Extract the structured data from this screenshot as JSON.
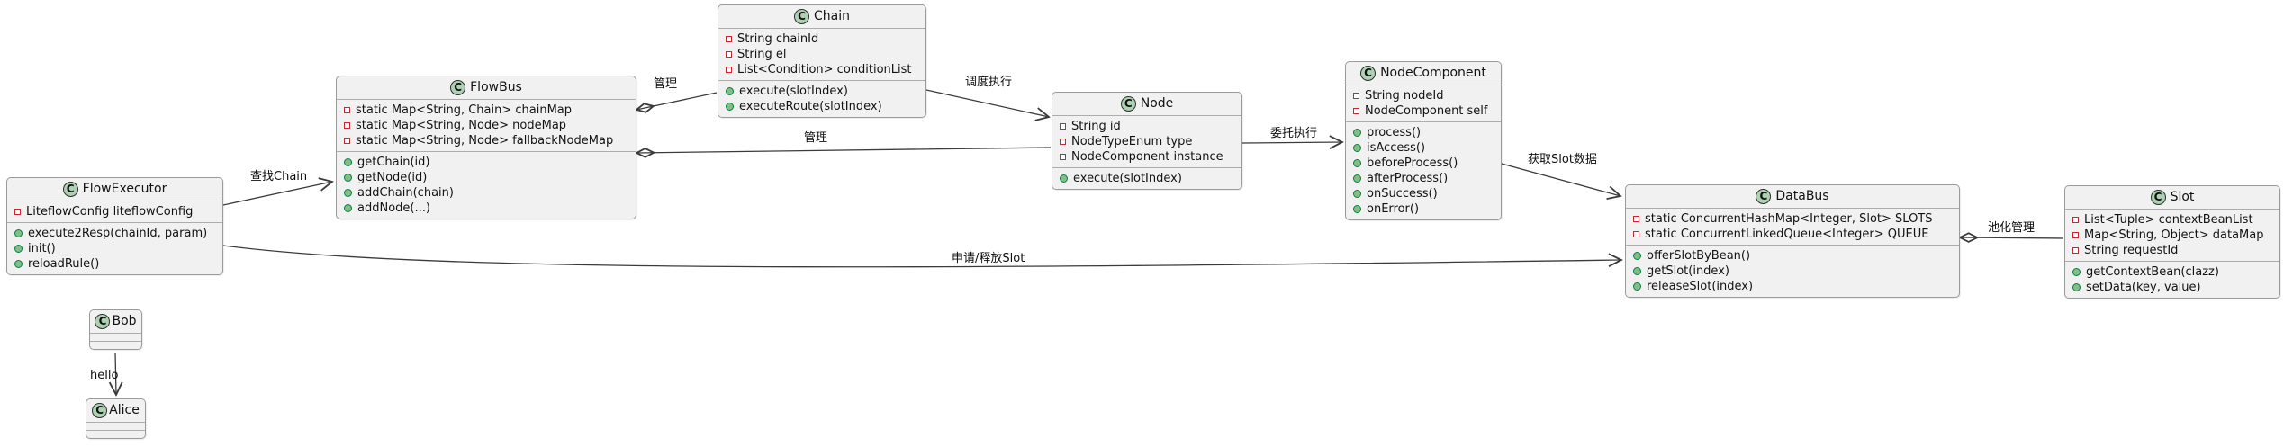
{
  "diagram": {
    "colors": {
      "class_fill": "#F1F1F1",
      "class_border": "#9A9A9A",
      "circle_fill": "#ADD1B2",
      "field_icon_border": "#C82930",
      "method_icon_fill": "#84BE84",
      "method_icon_border": "#038048",
      "edge": "#3B3B3B"
    },
    "classes": [
      {
        "name": "FlowExecutor",
        "type_letter": "C",
        "fields": [
          "LiteflowConfig liteflowConfig"
        ],
        "methods": [
          "execute2Resp(chainId, param)",
          "init()",
          "reloadRule()"
        ]
      },
      {
        "name": "FlowBus",
        "type_letter": "C",
        "fields": [
          "static Map<String, Chain> chainMap",
          "static Map<String, Node> nodeMap",
          "static Map<String, Node> fallbackNodeMap"
        ],
        "methods": [
          "getChain(id)",
          "getNode(id)",
          "addChain(chain)",
          "addNode(...)"
        ]
      },
      {
        "name": "Chain",
        "type_letter": "C",
        "fields": [
          "String chainId",
          "String el",
          "List<Condition> conditionList"
        ],
        "methods": [
          "execute(slotIndex)",
          "executeRoute(slotIndex)"
        ]
      },
      {
        "name": "Node",
        "type_letter": "C",
        "fields": [
          "String id",
          "NodeTypeEnum type",
          "NodeComponent instance"
        ],
        "methods": [
          "execute(slotIndex)"
        ]
      },
      {
        "name": "NodeComponent",
        "type_letter": "C",
        "fields": [
          "String nodeId",
          "NodeComponent self"
        ],
        "methods": [
          "process()",
          "isAccess()",
          "beforeProcess()",
          "afterProcess()",
          "onSuccess()",
          "onError()"
        ]
      },
      {
        "name": "DataBus",
        "type_letter": "C",
        "fields": [
          "static ConcurrentHashMap<Integer, Slot> SLOTS",
          "static ConcurrentLinkedQueue<Integer> QUEUE"
        ],
        "methods": [
          "offerSlotByBean()",
          "getSlot(index)",
          "releaseSlot(index)"
        ]
      },
      {
        "name": "Slot",
        "type_letter": "C",
        "fields": [
          "List<Tuple> contextBeanList",
          "Map<String, Object> dataMap",
          "String requestId"
        ],
        "methods": [
          "getContextBean(clazz)",
          "setData(key, value)"
        ]
      },
      {
        "name": "Bob",
        "type_letter": "C",
        "fields": [],
        "methods": []
      },
      {
        "name": "Alice",
        "type_letter": "C",
        "fields": [],
        "methods": []
      }
    ],
    "edge_labels": {
      "manage_chain": "管理",
      "manage_node": "管理",
      "dispatch": "调度执行",
      "delegate": "委托执行",
      "get_slot": "获取Slot数据",
      "pool": "池化管理",
      "find_chain": "查找Chain",
      "slot_request": "申请/释放Slot",
      "hello": "hello"
    }
  }
}
